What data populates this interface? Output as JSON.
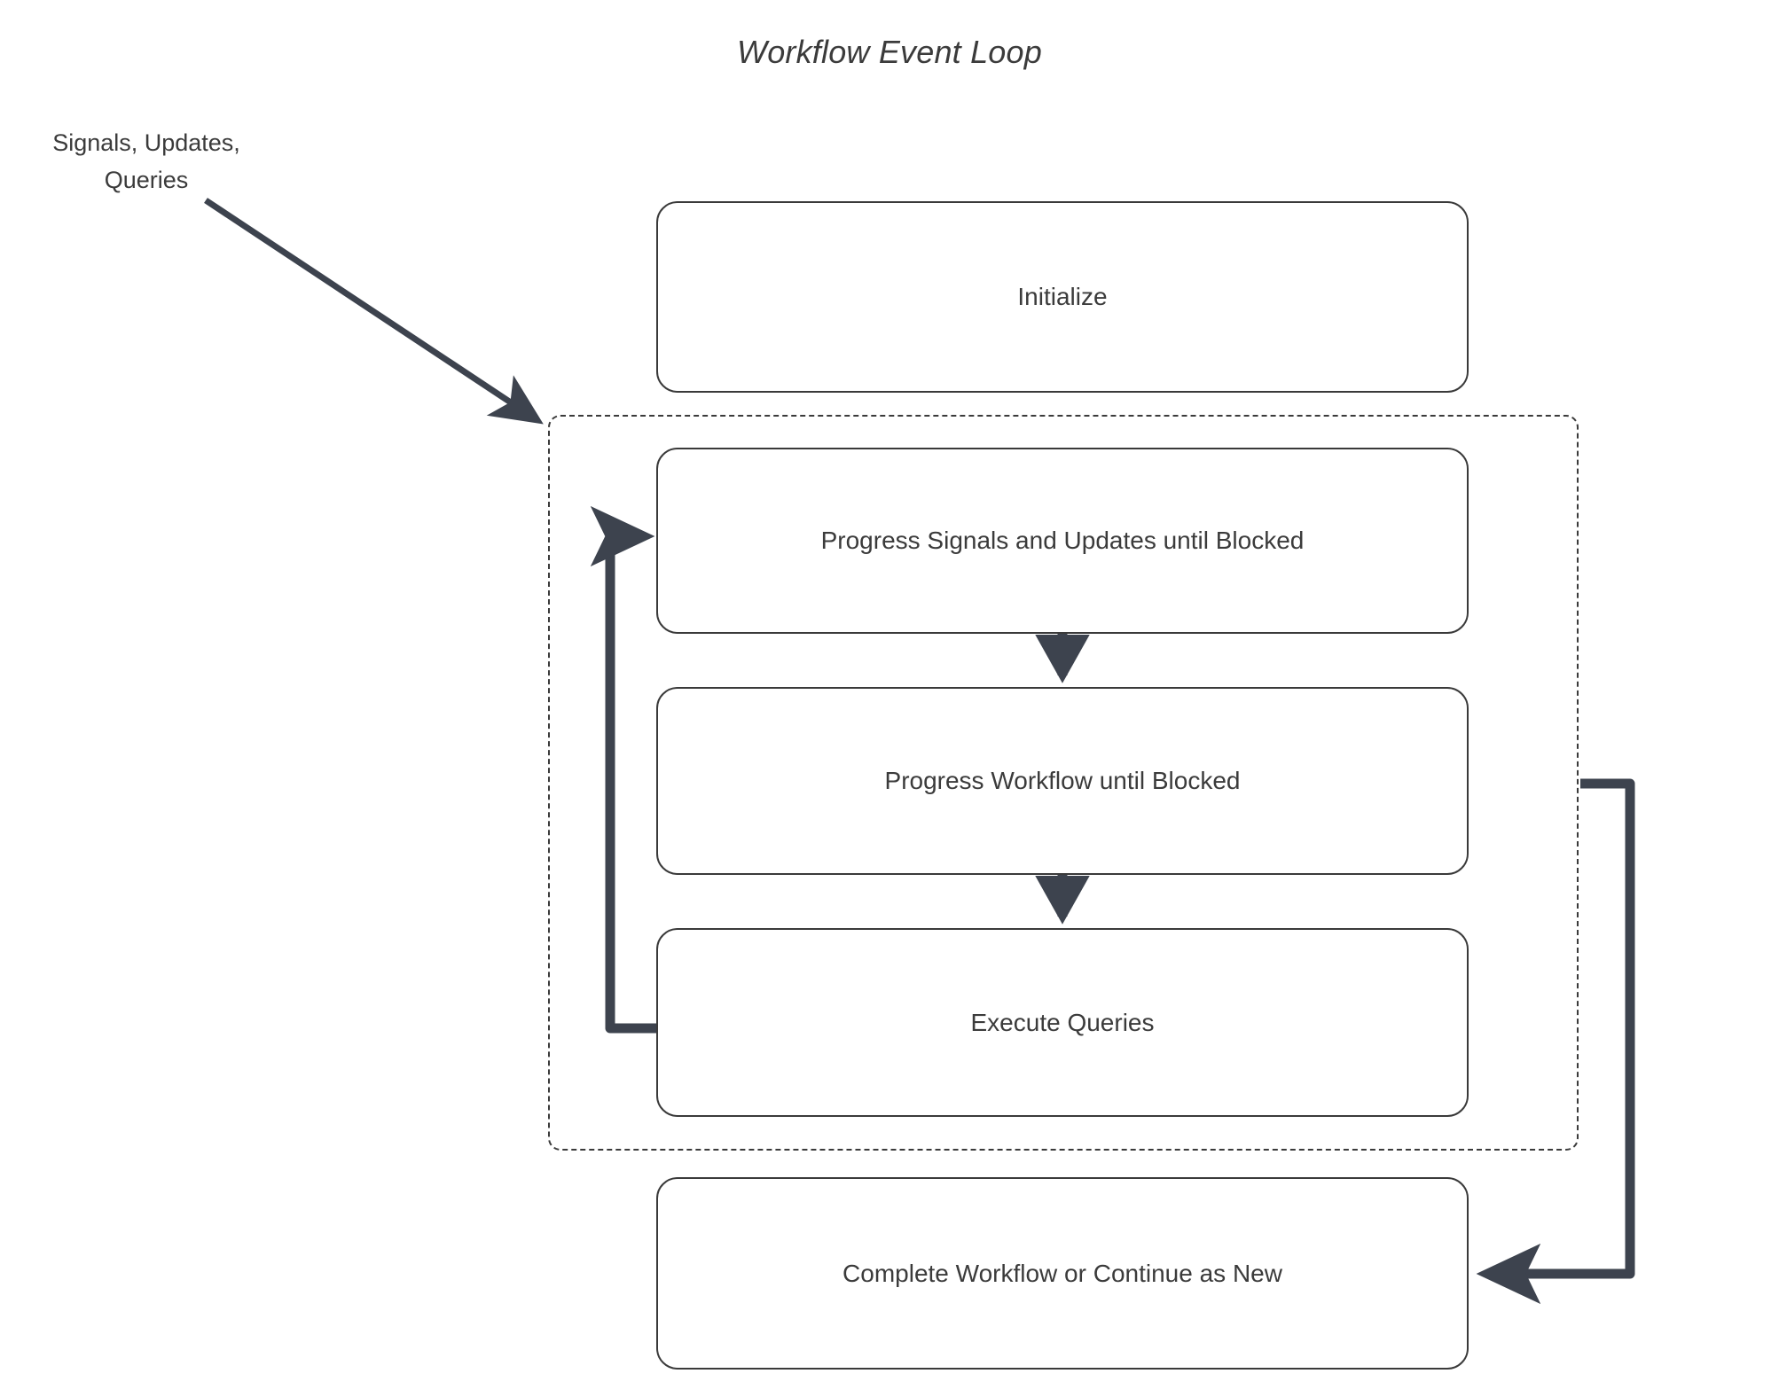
{
  "diagram": {
    "title": "Workflow Event Loop",
    "type": "flowchart",
    "background_color": "#ffffff",
    "node_border_color": "#3a3a3a",
    "text_color": "#3b3b3b",
    "connector_color": "#3d434e",
    "dashed_border_color": "#3b3b3b"
  },
  "source_label": {
    "line1": "Signals, Updates,",
    "line2": "Queries"
  },
  "nodes": [
    {
      "id": "initialize",
      "label": "Initialize"
    },
    {
      "id": "progress-signals",
      "label": "Progress Signals and Updates until Blocked"
    },
    {
      "id": "progress-workflow",
      "label": "Progress Workflow until Blocked"
    },
    {
      "id": "execute-queries",
      "label": "Execute Queries"
    },
    {
      "id": "complete",
      "label": "Complete Workflow or Continue as New"
    }
  ],
  "loop_container": {
    "style": "dashed",
    "contains": [
      "progress-signals",
      "progress-workflow",
      "execute-queries"
    ]
  },
  "edges": [
    {
      "from": "source_label",
      "to": "loop_container",
      "style": "solid-arrow",
      "direction": "diagonal-down-right"
    },
    {
      "from": "progress-signals",
      "to": "progress-workflow",
      "style": "solid-arrow",
      "direction": "down"
    },
    {
      "from": "progress-workflow",
      "to": "execute-queries",
      "style": "solid-arrow",
      "direction": "down"
    },
    {
      "from": "execute-queries",
      "to": "progress-signals",
      "style": "solid-arrow",
      "direction": "loop-left-up"
    },
    {
      "from": "loop_container",
      "to": "complete",
      "style": "solid-arrow",
      "direction": "loop-right-down"
    }
  ]
}
